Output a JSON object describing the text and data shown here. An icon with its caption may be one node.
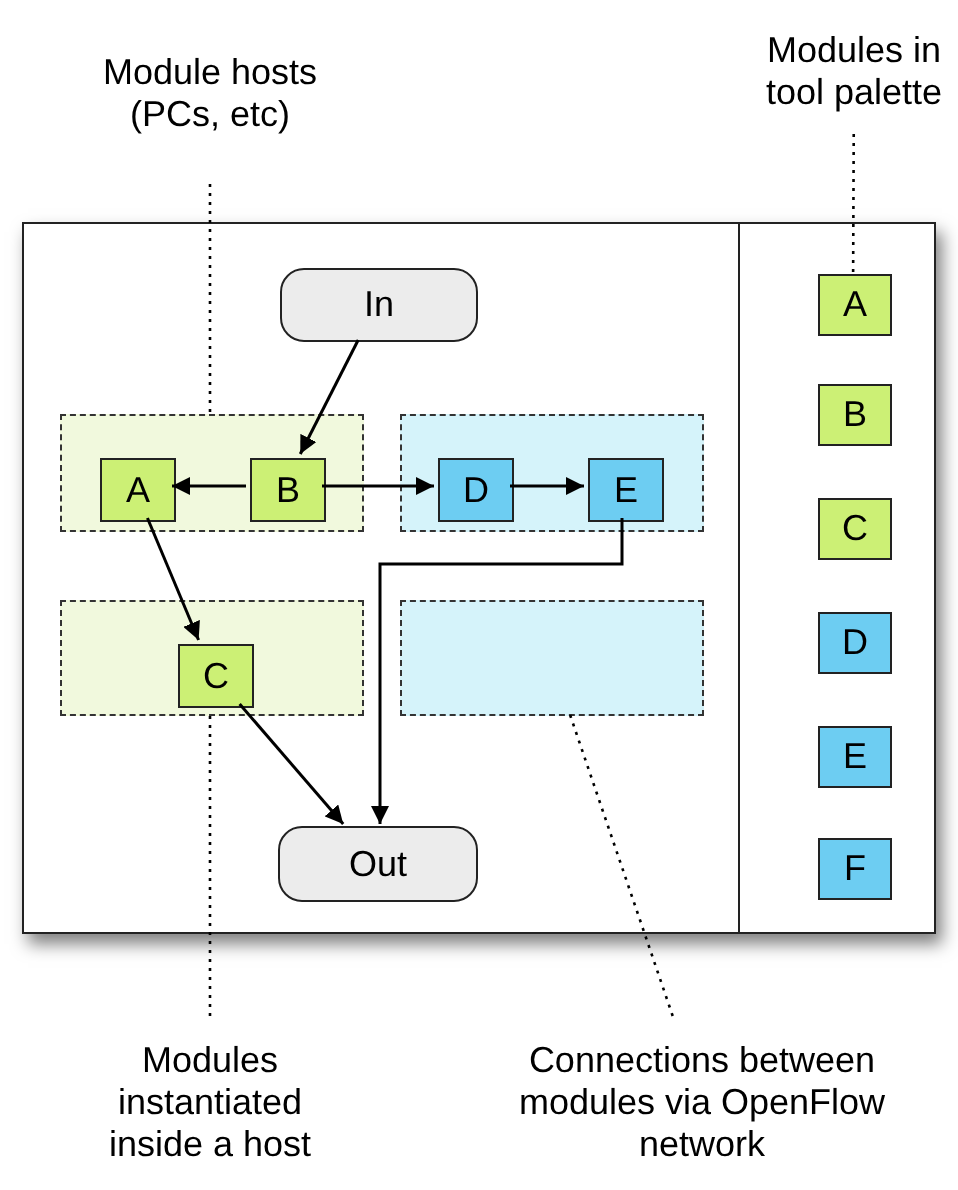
{
  "diagram": {
    "nodes": [
      {
        "text": [
          "Module hosts (PCs, etc)"
        ]
      },
      {
        "text": [
          "Modules in tool palette"
        ]
      },
      {
        "text": [],
        "shape": "box"
      },
      {
        "text": [
          "In"
        ],
        "in": 2
      },
      {
        "text": [],
        "shape": "box",
        "in": 2
      },
      {
        "text": [],
        "shape": "box",
        "in": 2
      },
      {
        "text": [
          "A"
        ],
        "in": 4
      },
      {
        "text": [
          "B"
        ],
        "in": 4
      },
      {
        "text": [
          "D"
        ],
        "in": 5
      },
      {
        "text": [
          "E"
        ],
        "in": 5
      },
      {
        "text": [],
        "shape": "box",
        "in": 2
      },
      {
        "text": [],
        "shape": "box",
        "in": 2
      },
      {
        "text": [
          "C"
        ],
        "in": 10
      },
      {
        "text": [
          "Out"
        ],
        "in": 2
      },
      {
        "text": [
          "A"
        ],
        "in": 2
      },
      {
        "text": [
          "B"
        ],
        "in": 2
      },
      {
        "text": [
          "C"
        ],
        "in": 2
      },
      {
        "text": [
          "D"
        ],
        "in": 2
      },
      {
        "text": [
          "E"
        ],
        "in": 2
      },
      {
        "text": [
          "F"
        ],
        "in": 2
      },
      {
        "text": [
          "Modules instantiated inside a host"
        ]
      },
      {
        "text": [
          "Connections between modules via OpenFlow network"
        ]
      }
    ],
    "edges": [
      {
        "from": 3,
        "to": 7,
        "arrow": "to"
      },
      {
        "from": 7,
        "to": 6,
        "arrow": "to"
      },
      {
        "from": 7,
        "to": 8,
        "arrow": "to"
      },
      {
        "from": 8,
        "to": 9,
        "arrow": "to"
      },
      {
        "from": 6,
        "to": 12,
        "arrow": "to"
      },
      {
        "from": 12,
        "to": 13,
        "arrow": "to"
      },
      {
        "from": 9,
        "to": 13,
        "arrow": "to"
      },
      {
        "from": 0,
        "to": 4,
        "arrow": "none",
        "style": "dashed"
      },
      {
        "from": 1,
        "to": 14,
        "arrow": "none",
        "style": "dashed"
      },
      {
        "from": 20,
        "to": 10,
        "arrow": "none",
        "style": "dashed"
      },
      {
        "from": 21,
        "to": 11,
        "arrow": "none",
        "style": "dashed"
      }
    ]
  }
}
